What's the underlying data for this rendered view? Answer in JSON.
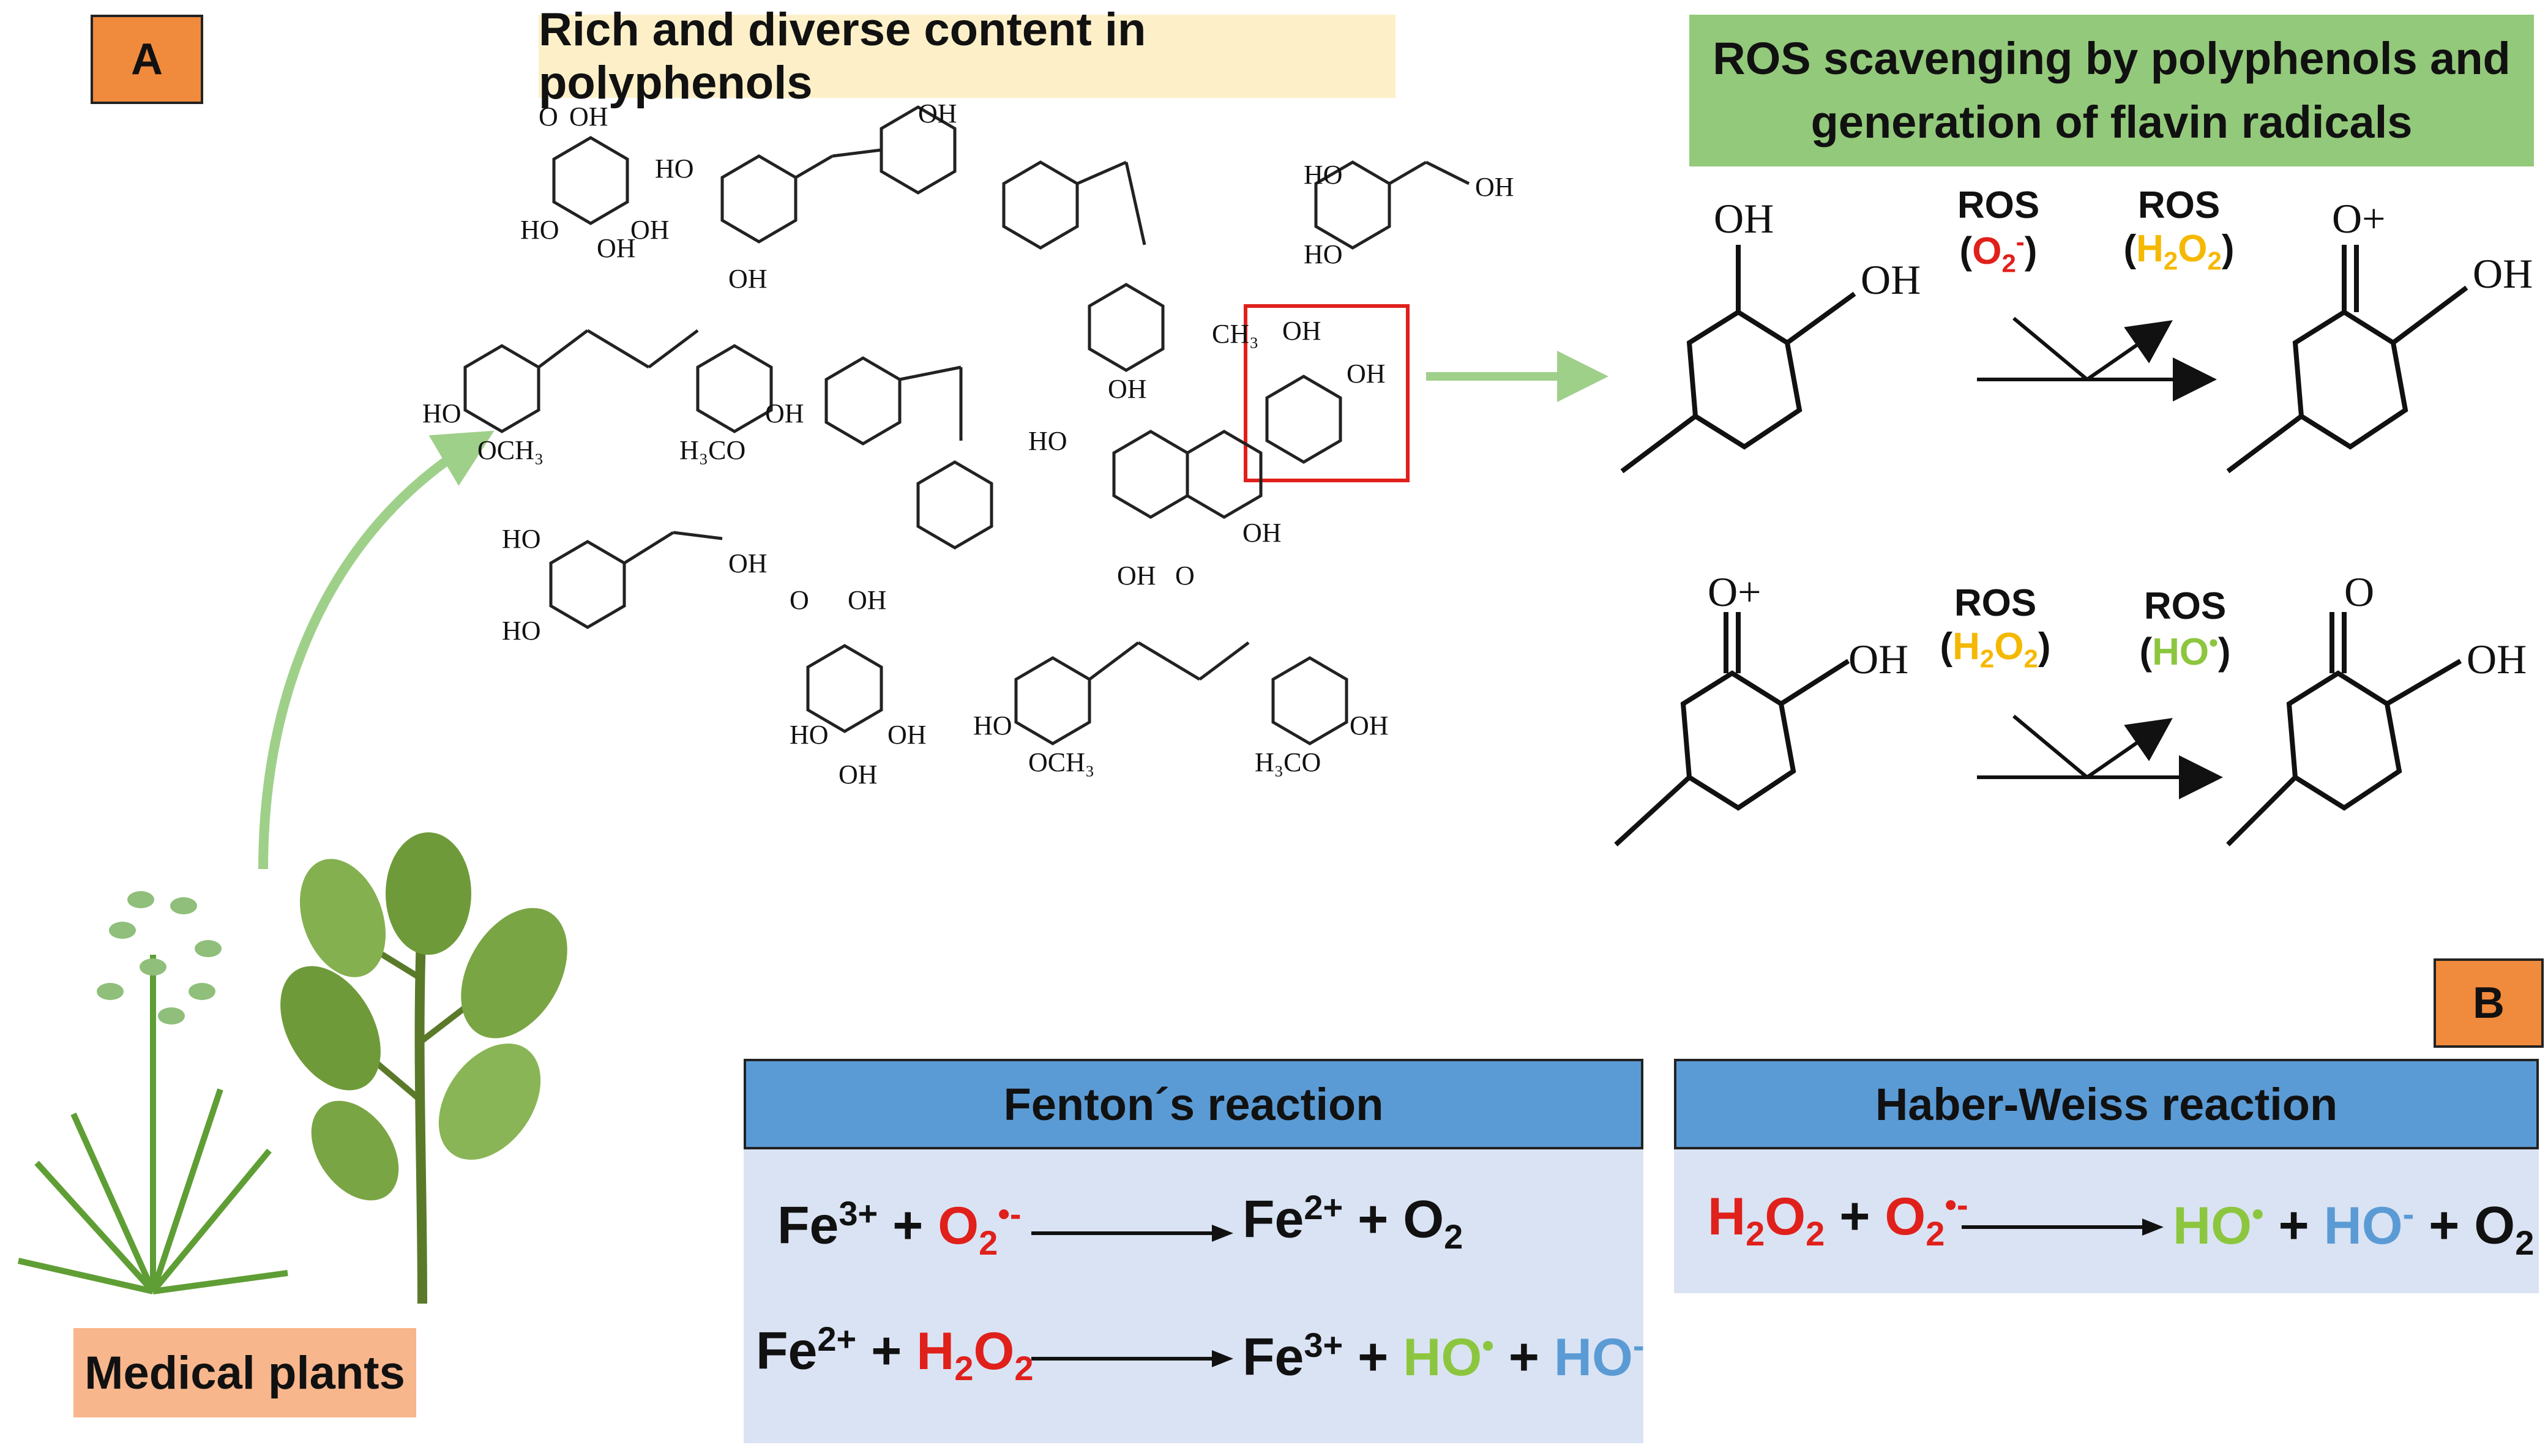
{
  "panel_a": {
    "label": "A",
    "title_polyphenols": "Rich and diverse content in polyphenols",
    "title_ros_line1": "ROS scavenging by polyphenols and",
    "title_ros_line2": "generation of flavin radicals",
    "plants_label": "Medical plants",
    "ros_word": "ROS",
    "reaction1": {
      "in_species": "O",
      "in_sub": "2",
      "in_sup": "-",
      "out_species": "H",
      "out_sub1": "2",
      "out_mid": "O",
      "out_sub2": "2"
    },
    "reaction2": {
      "in_species": "H",
      "in_sub1": "2",
      "in_mid": "O",
      "in_sub2": "2",
      "out_species": "HO",
      "out_sup": "•"
    }
  },
  "panel_b": {
    "label": "B",
    "fenton_title": "Fenton´s reaction",
    "haber_title": "Haber-Weiss reaction"
  },
  "colors": {
    "orange_label": "#f08a3c",
    "yellow_title": "#fdf0c8",
    "green_title": "#93c97a",
    "blue_header": "#5b9bd5",
    "light_blue_body": "#dae3f3",
    "red_species": "#e0201b",
    "green_species": "#8cc63f",
    "blue_species": "#5b9bd5",
    "yellow_species": "#f5b800",
    "highlight_box": "#e0201b",
    "arrow_green": "#9fd08a"
  }
}
